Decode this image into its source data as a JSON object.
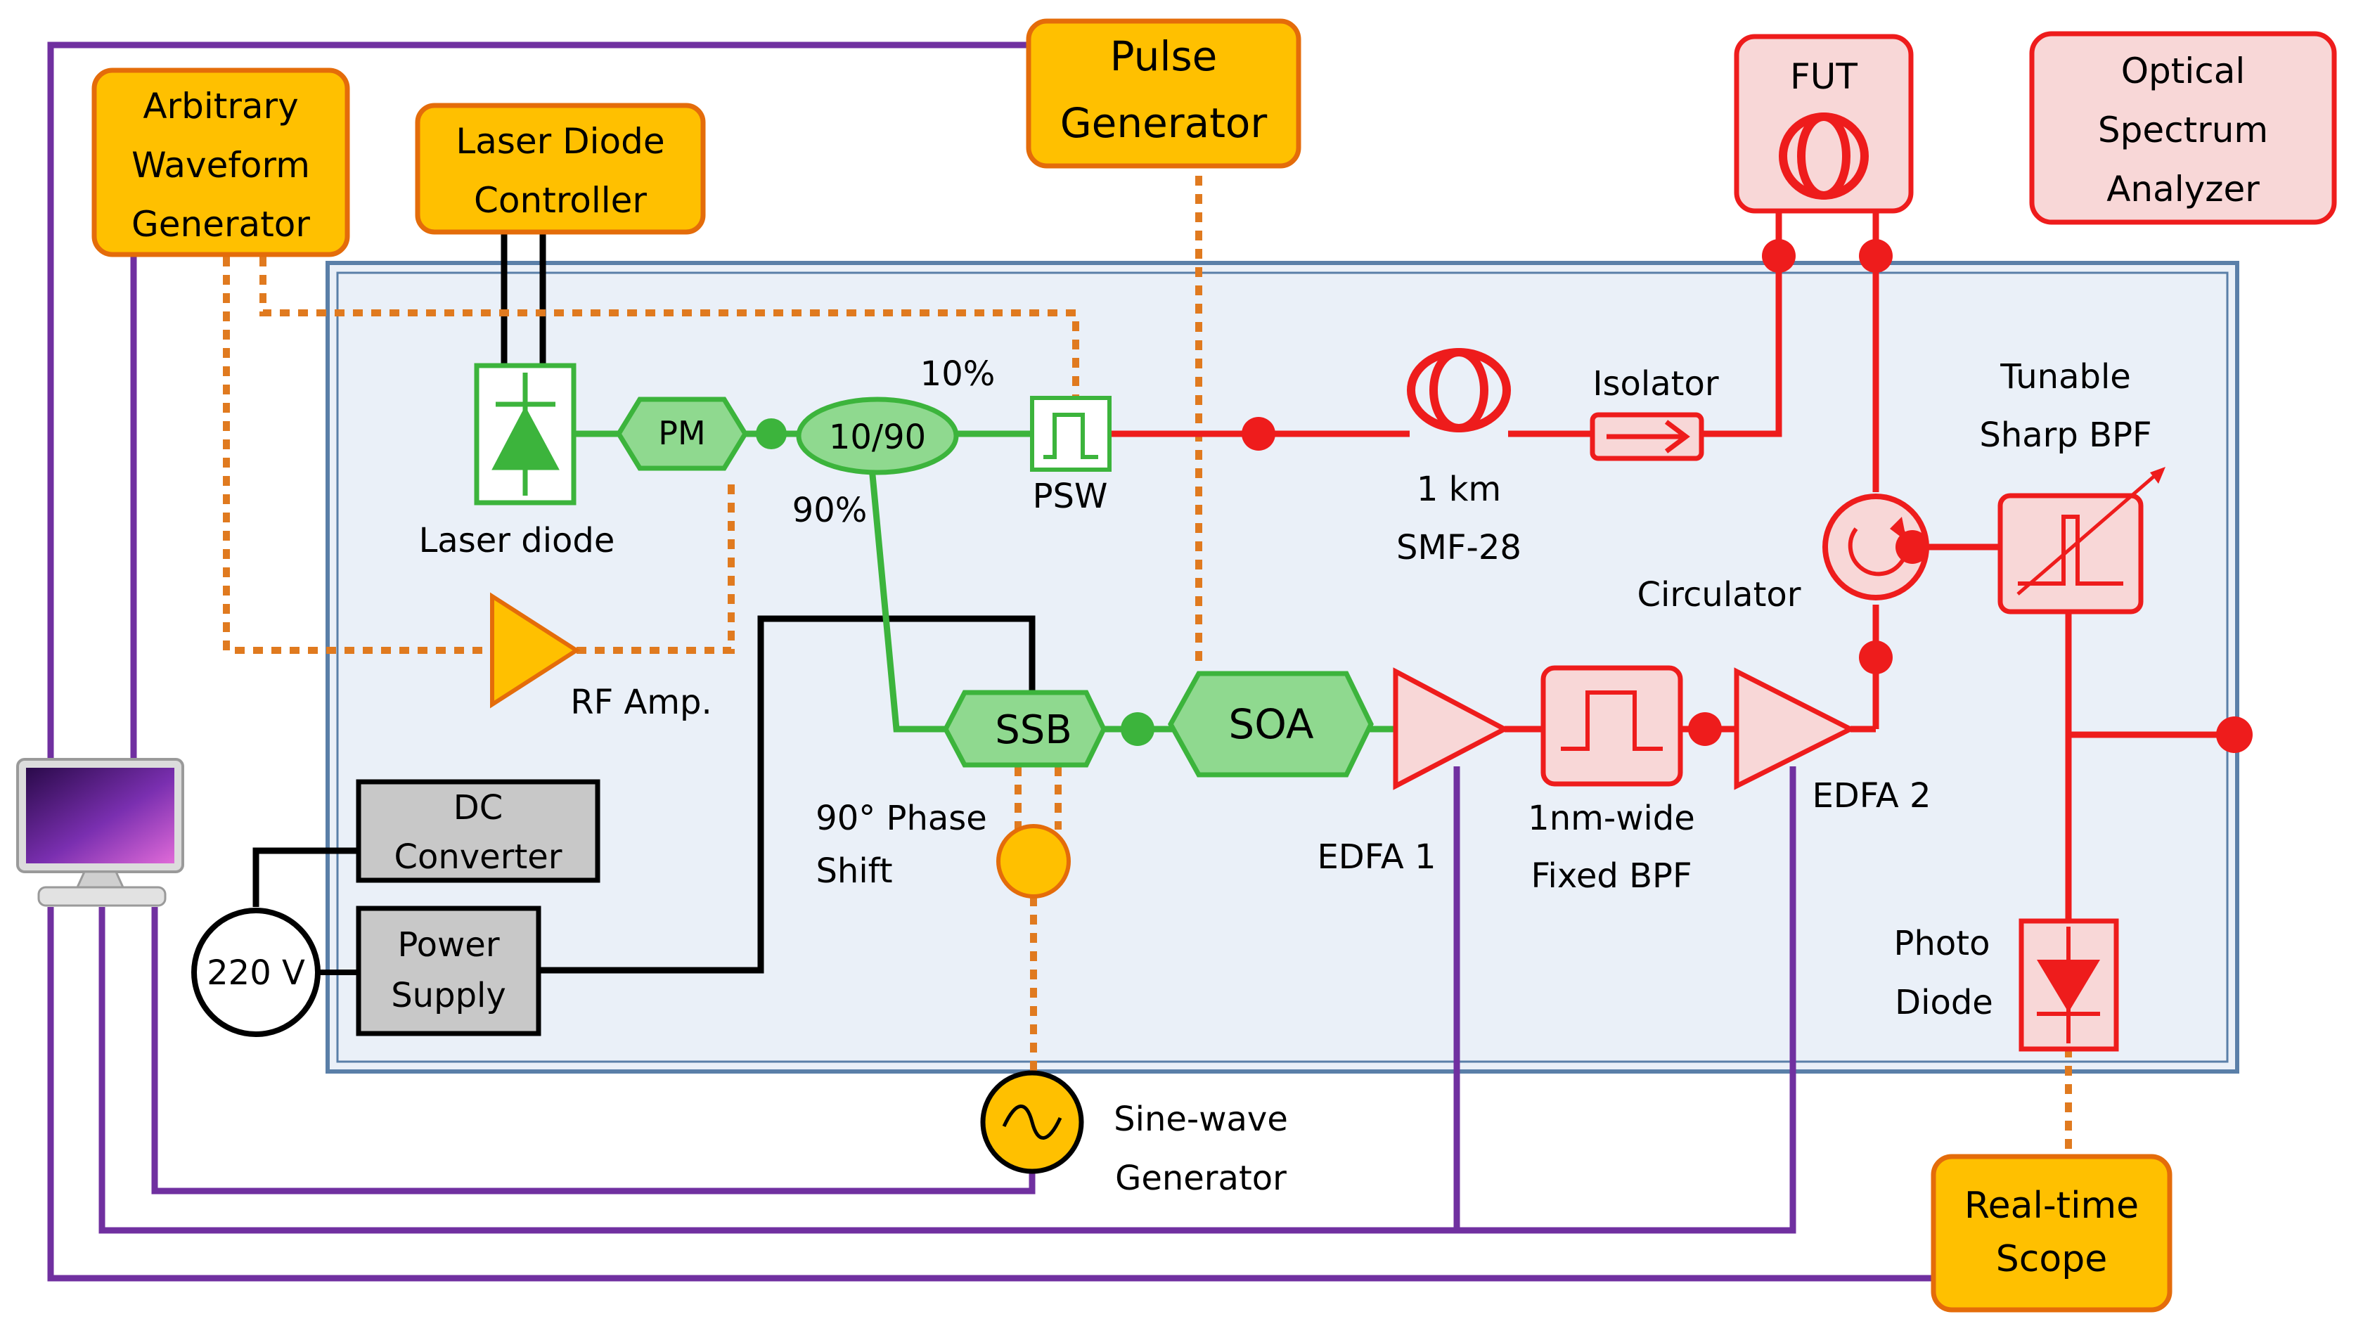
{
  "instruments": {
    "awg": [
      "Arbitrary",
      "Waveform",
      "Generator"
    ],
    "ldc": [
      "Laser Diode",
      "Controller"
    ],
    "pulse": [
      "Pulse",
      "Generator"
    ],
    "fut": "FUT",
    "osa": [
      "Optical",
      "Spectrum",
      "Analyzer"
    ],
    "dc": [
      "DC",
      "Converter"
    ],
    "ps": [
      "Power",
      "Supply"
    ],
    "mains": "220 V",
    "scope": [
      "Real-time",
      "Scope"
    ],
    "sine": [
      "Sine-wave",
      "Generator"
    ]
  },
  "components": {
    "pm": "PM",
    "coupler": "10/90",
    "ssb": "SSB",
    "soa": "SOA"
  },
  "labels": {
    "ten": "10%",
    "ninety": "90%",
    "laser": "Laser diode",
    "psw": "PSW",
    "rfamp": "RF Amp.",
    "fiber": [
      "1 km",
      "SMF-28"
    ],
    "isolator": "Isolator",
    "circulator": "Circulator",
    "tbpf": [
      "Tunable",
      "Sharp BPF"
    ],
    "phase": [
      "90° Phase",
      "Shift"
    ],
    "edfa1": "EDFA 1",
    "fbpf": [
      "1nm-wide",
      "Fixed BPF"
    ],
    "edfa2": "EDFA 2",
    "pd": [
      "Photo",
      "Diode"
    ]
  },
  "colors": {
    "instrument_fill": "#FFC000",
    "instrument_stroke": "#E46C0A",
    "green": "#3CB43C",
    "green_fill": "#8FD98F",
    "red": "#EE1C1C",
    "red_fill": "#F8D7D7",
    "purple": "#7030A0",
    "gray_fill": "#C8C8C8",
    "panel_fill": "#EAF0F8",
    "panel_stroke": "#5A7FA8",
    "dotted": "#E07A1F"
  },
  "icons": [
    "monitor-icon",
    "laser-diode-icon",
    "fiber-spool-icon",
    "circulator-icon",
    "photodiode-icon",
    "sine-wave-icon",
    "switch-pulse-icon",
    "bandpass-icon"
  ]
}
